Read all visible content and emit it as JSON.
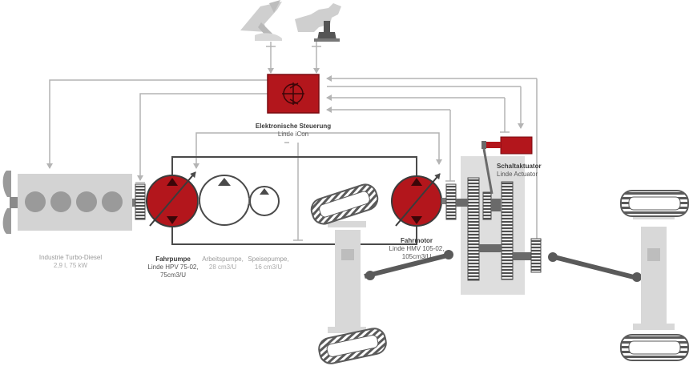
{
  "colors": {
    "red": "#b3161c",
    "dark": "#4a4a4a",
    "line": "#b4b4b4",
    "engine": "#d3d3d3",
    "tyre": "#5a5a5a"
  },
  "icons": {
    "pedal": "foot-pedal-icon",
    "joystick": "joystick-icon",
    "controller": "controller-box-icon",
    "fan": "fan-icon",
    "wheel": "tyre-icon"
  },
  "labels": {
    "controller": {
      "title": "Elektronische Steuerung",
      "sub": "Linde iCon"
    },
    "actuator": {
      "title": "Schaltaktuator",
      "sub": "Linde Actuator"
    },
    "engine": {
      "title": "Industrie Turbo-Diesel",
      "sub": "2,9 l, 75 kW"
    },
    "fahrpumpe": {
      "title": "Fahrpumpe",
      "sub1": "Linde HPV 75-02,",
      "sub2": "75cm3/U"
    },
    "arbeitspumpe": {
      "title": "Arbeitspumpe,",
      "sub": "28 cm3/U"
    },
    "speisepumpe": {
      "title": "Speisepumpe,",
      "sub": "16 cm3/U"
    },
    "fahrmotor": {
      "title": "Fahrmotor",
      "sub1": "Linde HMV 105-02,",
      "sub2": "105cm3/U"
    }
  }
}
